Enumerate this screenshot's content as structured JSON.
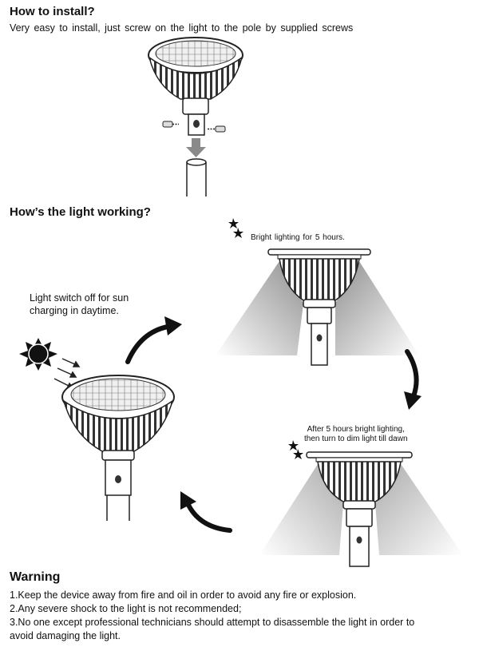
{
  "install": {
    "heading": "How to install?",
    "description": "Very easy to install, just screw on the light to the pole by supplied screws"
  },
  "working": {
    "heading": "How’s the light working?",
    "night_bright": "Bright lighting for 5 hours.",
    "day_off_line1": "Light switch off for sun",
    "day_off_line2": "charging in daytime.",
    "dim_line1": "After 5 hours bright lighting,",
    "dim_line2": "then turn to dim light till dawn"
  },
  "warning": {
    "heading": "Warning",
    "items": [
      "1.Keep the device away from fire and oil in order to avoid any fire or explosion.",
      "2.Any severe shock to the light is not recommended;",
      "3.No one except professional technicians should attempt to disassemble the light in order to",
      "avoid damaging the light."
    ]
  },
  "colors": {
    "text": "#111111",
    "line": "#222222",
    "arrow_down": "#8a8a8a",
    "beam": "#b0b0b0"
  }
}
